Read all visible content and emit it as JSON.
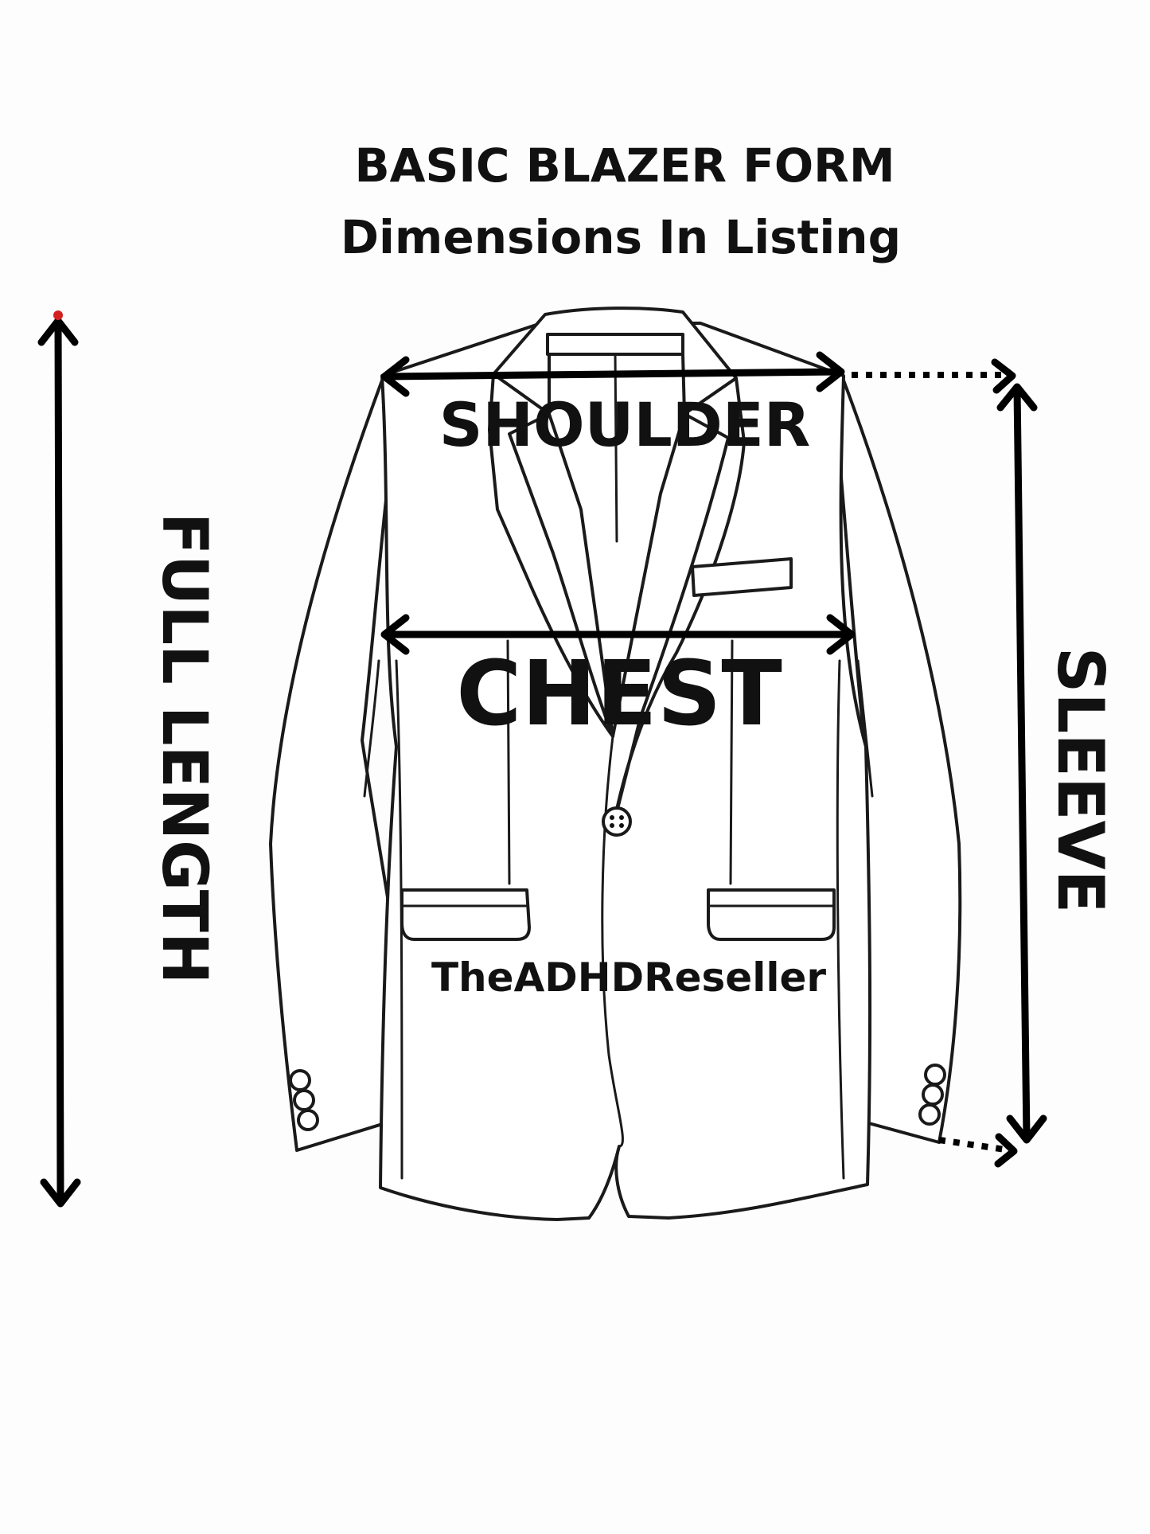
{
  "title": "BASIC BLAZER FORM",
  "subtitle": "Dimensions In Listing",
  "labels": {
    "shoulder": "SHOULDER",
    "chest": "CHEST",
    "full_length": "FULL LENGTH",
    "sleeve": "SLEEVE"
  },
  "brand": "TheADHDReseller",
  "colors": {
    "ink": "#111111",
    "background": "#fdfdfd",
    "accent_dot": "#d42020"
  },
  "icons": {
    "blazer": "blazer-outline-icon",
    "button": "button-icon"
  }
}
